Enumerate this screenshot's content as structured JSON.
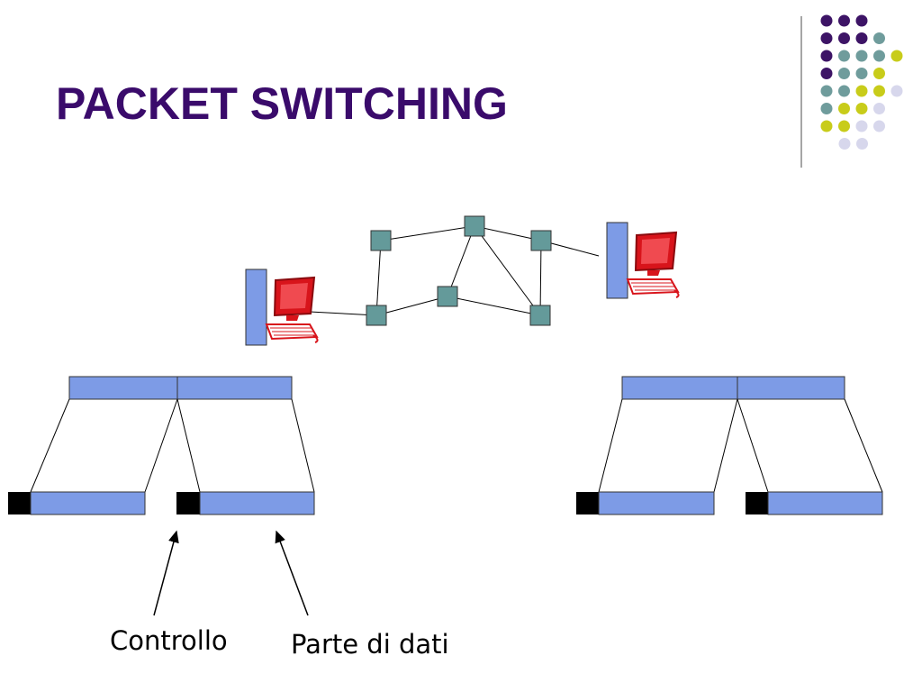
{
  "title": "PACKET SWITCHING",
  "labels": {
    "control": "Controllo",
    "data_part": "Parte di dati"
  },
  "colors": {
    "title": "#3a0b6b",
    "packet_fill": "#7d9be6",
    "node_fill": "#649a9a",
    "header_fill": "#000000",
    "computer_red": "#d8141b",
    "dot_purple": "#3d1466",
    "dot_teal": "#6f9c9c",
    "dot_yellow": "#c8cc1a",
    "dot_lavender": "#d7d7ec"
  },
  "decor_dots": [
    [
      "purple",
      "purple",
      "purple"
    ],
    [
      "purple",
      "purple",
      "purple",
      "teal"
    ],
    [
      "purple",
      "teal",
      "teal",
      "teal",
      "yellow"
    ],
    [
      "purple",
      "teal",
      "teal",
      "yellow"
    ],
    [
      "teal",
      "teal",
      "yellow",
      "yellow",
      "lavender"
    ],
    [
      "teal",
      "yellow",
      "yellow",
      "lavender"
    ],
    [
      "yellow",
      "yellow",
      "lavender",
      "lavender"
    ],
    [
      "lavender",
      "lavender"
    ]
  ]
}
